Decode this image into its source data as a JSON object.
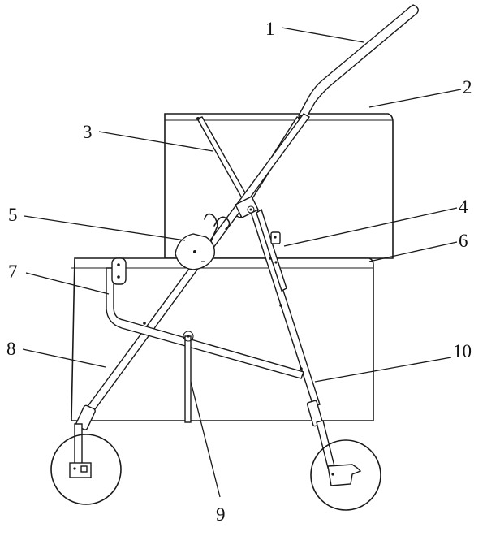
{
  "diagram": {
    "labels": [
      {
        "id": "1",
        "text": "1"
      },
      {
        "id": "2",
        "text": "2"
      },
      {
        "id": "3",
        "text": "3"
      },
      {
        "id": "4",
        "text": "4"
      },
      {
        "id": "5",
        "text": "5"
      },
      {
        "id": "6",
        "text": "6"
      },
      {
        "id": "7",
        "text": "7"
      },
      {
        "id": "8",
        "text": "8"
      },
      {
        "id": "9",
        "text": "9"
      },
      {
        "id": "10",
        "text": "10"
      }
    ]
  },
  "colors": {
    "ink": "#1a1a1a",
    "background": "#ffffff"
  }
}
